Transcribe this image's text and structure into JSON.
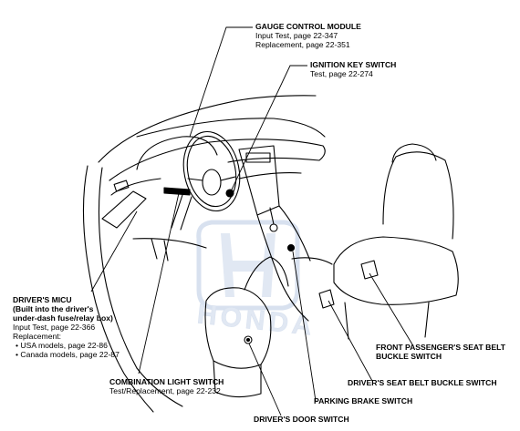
{
  "watermark": {
    "text": "HONDA",
    "color": "#c9d6ea"
  },
  "callouts": {
    "gauge_control_module": {
      "title": "GAUGE CONTROL MODULE",
      "lines": [
        "Input Test, page 22-347",
        "Replacement, page 22-351"
      ]
    },
    "ignition_key_switch": {
      "title": "IGNITION KEY SWITCH",
      "lines": [
        "Test, page 22-274"
      ]
    },
    "drivers_micu": {
      "title_lines": [
        "DRIVER'S MICU",
        "(Built into the driver's",
        "under-dash fuse/relay box)"
      ],
      "lines": [
        "Input Test, page 22-366",
        "Replacement:"
      ],
      "bullets": [
        "USA models, page 22-86",
        "Canada models, page 22-87"
      ]
    },
    "combination_light_switch": {
      "title": "COMBINATION LIGHT SWITCH",
      "lines": [
        "Test/Replacement, page 22-232"
      ]
    },
    "front_passenger_seat_belt_buckle_switch": {
      "title_lines": [
        "FRONT PASSENGER'S SEAT BELT",
        "BUCKLE SWITCH"
      ]
    },
    "drivers_seat_belt_buckle_switch": {
      "title": "DRIVER'S SEAT BELT BUCKLE SWITCH"
    },
    "parking_brake_switch": {
      "title": "PARKING BRAKE SWITCH"
    },
    "drivers_door_switch": {
      "title": "DRIVER'S DOOR SWITCH"
    }
  }
}
